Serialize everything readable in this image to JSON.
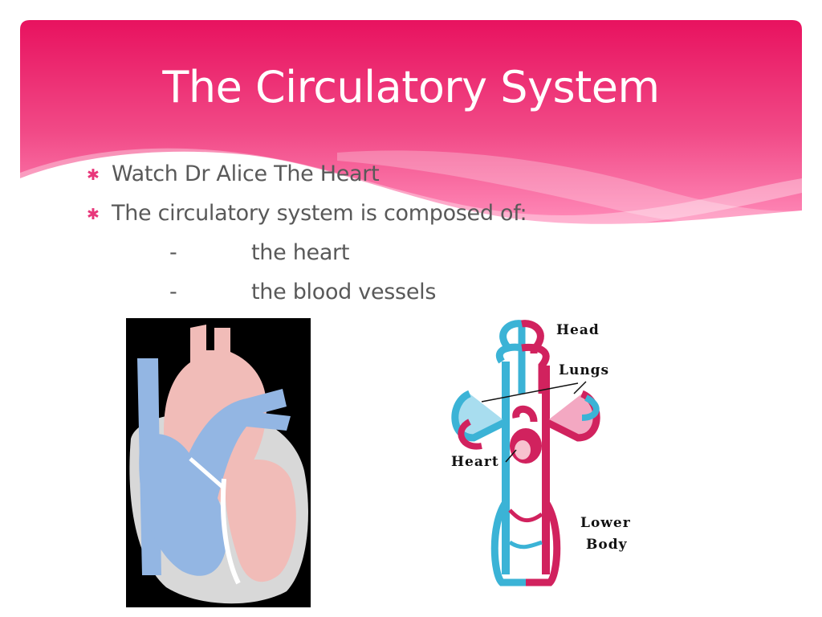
{
  "slide": {
    "title": "The Circulatory System",
    "bullets": [
      {
        "text": "Watch Dr Alice The Heart"
      },
      {
        "text": "The circulatory system is composed of:"
      }
    ],
    "sub_items": [
      {
        "dash": "-",
        "text": "the heart"
      },
      {
        "dash": "-",
        "text": "the blood vessels"
      }
    ]
  },
  "circulation_labels": {
    "head": "Head",
    "lungs": "Lungs",
    "heart": "Heart",
    "lower": "Lower",
    "body": "Body"
  },
  "colors": {
    "header_top": "#e8125f",
    "header_bottom": "#ff7fb0",
    "bullet_star": "#e8377a",
    "body_text": "#595959",
    "oxygen_poor": "#3bb3d6",
    "oxygen_rich": "#d1225e"
  }
}
